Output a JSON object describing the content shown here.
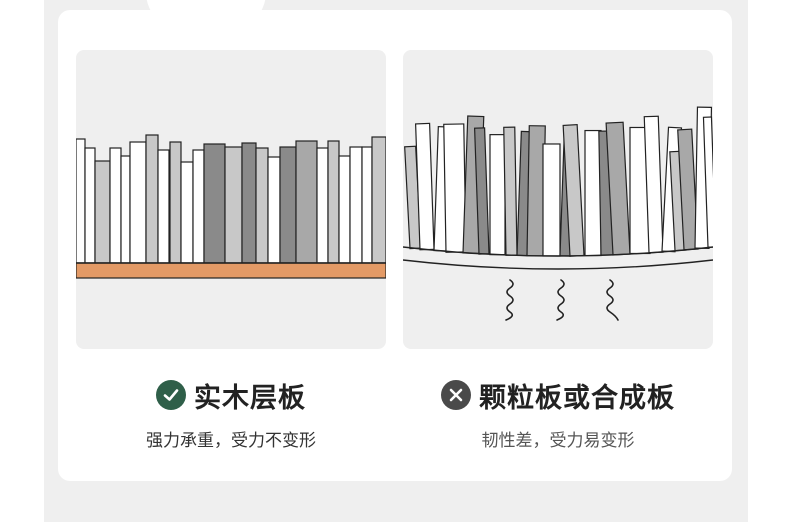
{
  "left": {
    "title": "实木层板",
    "subtitle": "强力承重，受力不变形",
    "icon": "check-circle-icon",
    "icon_color": "#2f5f49",
    "shelf_color": "#e39a66"
  },
  "right": {
    "title": "颗粒板或合成板",
    "subtitle": "韧性差，受力易变形",
    "icon": "cross-circle-icon",
    "icon_color": "#4a4a4a"
  },
  "colors": {
    "background": "#efefef",
    "card": "#ffffff",
    "book_white": "#ffffff",
    "book_light": "#c8c8c8",
    "book_mid": "#a8a8a8",
    "book_dark": "#8a8a8a",
    "outline": "#222222"
  }
}
